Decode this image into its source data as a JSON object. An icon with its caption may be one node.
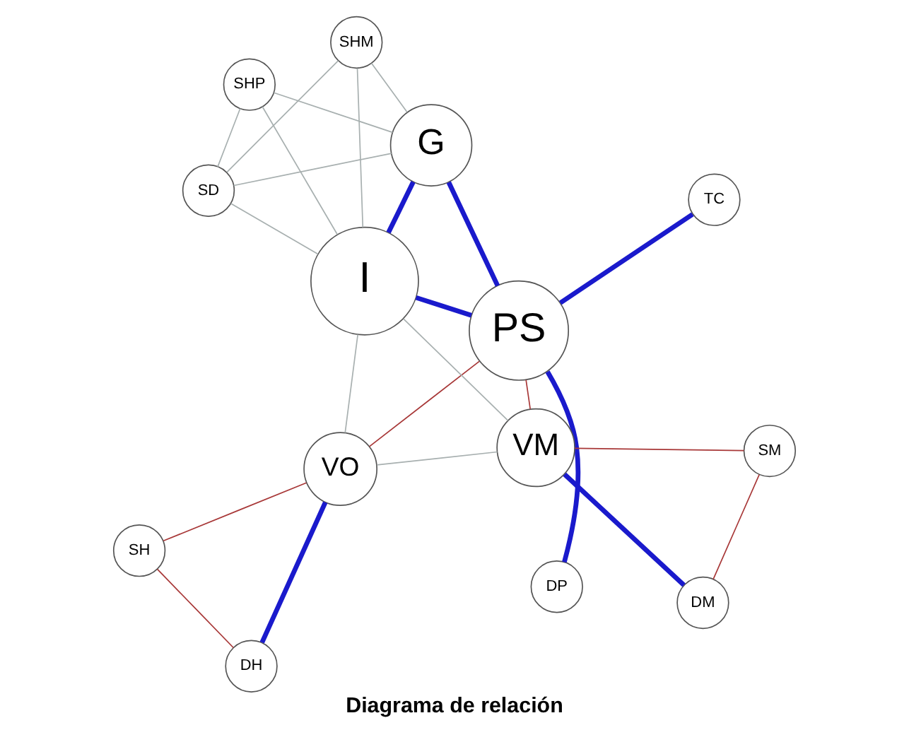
{
  "diagram": {
    "caption": "Diagrama de relación",
    "nodes": [
      {
        "text": [
          "TC"
        ]
      },
      {
        "text": [
          "DP"
        ]
      },
      {
        "text": [
          "SM"
        ]
      },
      {
        "text": [
          "G"
        ]
      },
      {
        "text": [
          "PS"
        ]
      },
      {
        "text": [
          "VM"
        ]
      },
      {
        "text": [
          "SHP"
        ]
      },
      {
        "text": [
          "DM"
        ]
      },
      {
        "text": [
          "SD"
        ]
      },
      {
        "text": [
          "SHM"
        ]
      },
      {
        "text": [
          "I"
        ]
      },
      {
        "text": [
          "VO"
        ]
      },
      {
        "text": [
          "SH"
        ]
      },
      {
        "text": [
          "DH"
        ]
      }
    ],
    "edges": [
      {
        "from": 0,
        "to": 4,
        "arrow": "none",
        "style": "thick",
        "color": "#1a1acc"
      },
      {
        "from": 1,
        "to": 4,
        "arrow": "none",
        "style": "thick",
        "color": "#1a1acc"
      },
      {
        "from": 3,
        "to": 4,
        "arrow": "none",
        "style": "thick",
        "color": "#1a1acc"
      },
      {
        "from": 4,
        "to": 10,
        "arrow": "none",
        "style": "thick",
        "color": "#1a1acc"
      },
      {
        "from": 3,
        "to": 10,
        "arrow": "none",
        "style": "thick",
        "color": "#1a1acc"
      },
      {
        "from": 4,
        "to": 5,
        "arrow": "none",
        "color": "#a83838"
      },
      {
        "from": 4,
        "to": 11,
        "arrow": "none",
        "color": "#a83838"
      },
      {
        "from": 5,
        "to": 2,
        "arrow": "none",
        "color": "#a83838"
      },
      {
        "from": 2,
        "to": 7,
        "arrow": "none",
        "color": "#a83838"
      },
      {
        "from": 5,
        "to": 7,
        "arrow": "none",
        "style": "thick",
        "color": "#1a1acc"
      },
      {
        "from": 5,
        "to": 10,
        "arrow": "none"
      },
      {
        "from": 5,
        "to": 11,
        "arrow": "none"
      },
      {
        "from": 11,
        "to": 10,
        "arrow": "none"
      },
      {
        "from": 11,
        "to": 12,
        "arrow": "none",
        "color": "#a83838"
      },
      {
        "from": 12,
        "to": 13,
        "arrow": "none",
        "color": "#a83838"
      },
      {
        "from": 11,
        "to": 13,
        "arrow": "none",
        "style": "thick",
        "color": "#1a1acc"
      },
      {
        "from": 3,
        "to": 6,
        "arrow": "none"
      },
      {
        "from": 3,
        "to": 8,
        "arrow": "none"
      },
      {
        "from": 3,
        "to": 9,
        "arrow": "none"
      },
      {
        "from": 6,
        "to": 8,
        "arrow": "none"
      },
      {
        "from": 8,
        "to": 9,
        "arrow": "none"
      },
      {
        "from": 6,
        "to": 10,
        "arrow": "none"
      },
      {
        "from": 8,
        "to": 10,
        "arrow": "none"
      },
      {
        "from": 9,
        "to": 10,
        "arrow": "none"
      }
    ]
  }
}
